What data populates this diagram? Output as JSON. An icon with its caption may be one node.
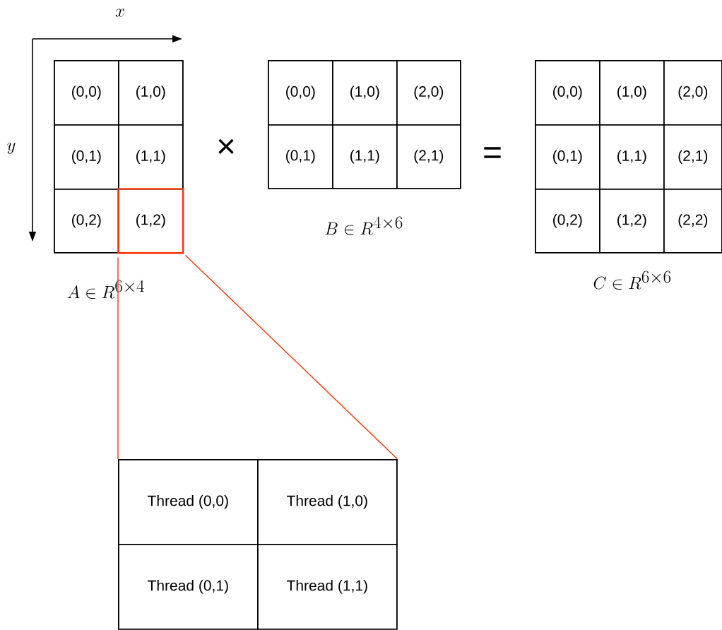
{
  "diagram": {
    "nodes": [
      {
        "text": [],
        "shape": "box",
        "beside": [
          "A \\in R^{6\\times 4}"
        ]
      },
      {
        "text": [
          "(0,0)"
        ],
        "in": 0
      },
      {
        "text": [
          "(1,0)"
        ],
        "in": 0
      },
      {
        "text": [
          "(0,1)"
        ],
        "in": 0
      },
      {
        "text": [
          "(1,1)"
        ],
        "in": 0
      },
      {
        "text": [
          "(0,2)"
        ],
        "in": 0
      },
      {
        "text": [
          "(1,2)"
        ],
        "in": 0
      },
      {
        "text": [],
        "shape": "box",
        "beside": [
          "B \\in R^{4\\times 6}"
        ]
      },
      {
        "text": [
          "(0,0)"
        ],
        "in": 7
      },
      {
        "text": [
          "(1,0)"
        ],
        "in": 7
      },
      {
        "text": [
          "(2,0)"
        ],
        "in": 7
      },
      {
        "text": [
          "(0,1)"
        ],
        "in": 7
      },
      {
        "text": [
          "(1,1)"
        ],
        "in": 7
      },
      {
        "text": [
          "(2,1)"
        ],
        "in": 7
      },
      {
        "text": [],
        "shape": "box",
        "beside": [
          "C \\in R^{6\\times 6}"
        ]
      },
      {
        "text": [
          "(0,0)"
        ],
        "in": 14
      },
      {
        "text": [
          "(1,0)"
        ],
        "in": 14
      },
      {
        "text": [
          "(2,0)"
        ],
        "in": 14
      },
      {
        "text": [
          "(0,1)"
        ],
        "in": 14
      },
      {
        "text": [
          "(1,1)"
        ],
        "in": 14
      },
      {
        "text": [
          "(2,1)"
        ],
        "in": 14
      },
      {
        "text": [
          "(0,2)"
        ],
        "in": 14
      },
      {
        "text": [
          "(1,2)"
        ],
        "in": 14
      },
      {
        "text": [
          "(2,2)"
        ],
        "in": 14
      },
      {
        "text": [],
        "shape": "box"
      },
      {
        "text": [
          "Thread (0,0)"
        ],
        "in": 24
      },
      {
        "text": [
          "Thread (1,0)"
        ],
        "in": 24
      },
      {
        "text": [
          "Thread (0,1)"
        ],
        "in": 24
      },
      {
        "text": [
          "Thread (1,1)"
        ],
        "in": 24
      }
    ],
    "edges": [
      {
        "from": 6,
        "to": 24,
        "arrow": "none",
        "color": "#ff3300"
      },
      {
        "from": 6,
        "to": 24,
        "arrow": "none",
        "color": "#ff3300"
      }
    ],
    "labels": [
      "x",
      "y",
      "×",
      "="
    ]
  }
}
